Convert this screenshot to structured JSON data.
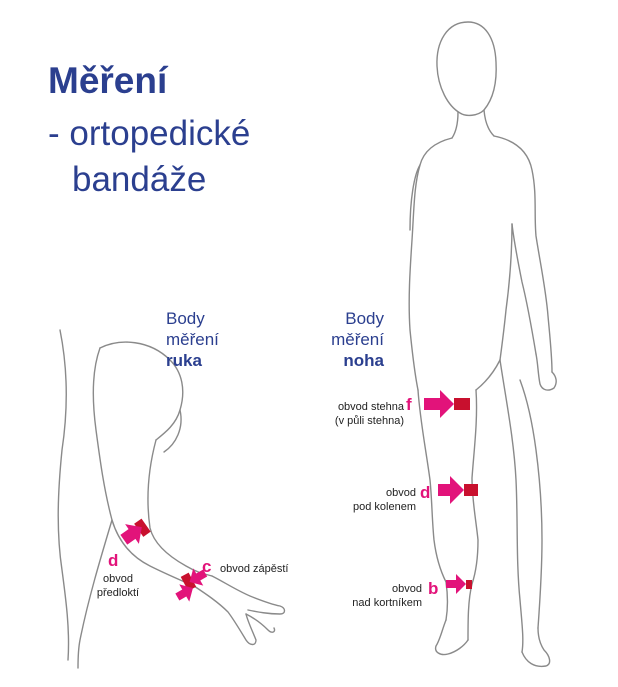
{
  "title": {
    "line1": "Měření",
    "line2": "- ortopedické",
    "line3": "bandáže"
  },
  "arm_section": {
    "line1": "Body",
    "line2": "měření",
    "line3": "ruka"
  },
  "leg_section": {
    "line1": "Body",
    "line2": "měření",
    "line3": "noha"
  },
  "measurements": {
    "arm_d": {
      "letter": "d",
      "label_line1": "obvod",
      "label_line2": "předloktí"
    },
    "arm_c": {
      "letter": "c",
      "label_line1": "obvod zápěstí"
    },
    "leg_f": {
      "letter": "f",
      "label_line1": "obvod stehna",
      "label_line2": "(v půli stehna)"
    },
    "leg_d": {
      "letter": "d",
      "label_line1": "obvod",
      "label_line2": "pod kolenem"
    },
    "leg_b": {
      "letter": "b",
      "label_line1": "obvod",
      "label_line2": "nad kortníkem"
    }
  },
  "colors": {
    "title": "#2b3f8f",
    "marker_pink": "#e2137a",
    "marker_band": "#c8102e",
    "outline": "#8a8a8a"
  }
}
